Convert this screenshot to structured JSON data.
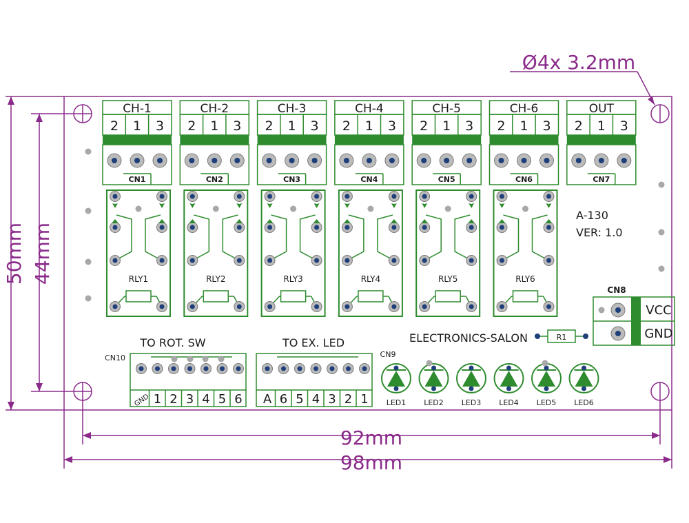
{
  "dimensions": {
    "hole": "Ø4x 3.2mm",
    "height_outer": "50mm",
    "height_inner": "44mm",
    "width_inner": "92mm",
    "width_outer": "98mm"
  },
  "board": {
    "model": "A-130",
    "version": "VER: 1.0",
    "brand": "ELECTRONICS-SALON",
    "resistor": "R1"
  },
  "terminals": [
    {
      "header": "CH-1",
      "pins": [
        "2",
        "1",
        "3"
      ],
      "label": "CN1"
    },
    {
      "header": "CH-2",
      "pins": [
        "2",
        "1",
        "3"
      ],
      "label": "CN2"
    },
    {
      "header": "CH-3",
      "pins": [
        "2",
        "1",
        "3"
      ],
      "label": "CN3"
    },
    {
      "header": "CH-4",
      "pins": [
        "2",
        "1",
        "3"
      ],
      "label": "CN4"
    },
    {
      "header": "CH-5",
      "pins": [
        "2",
        "1",
        "3"
      ],
      "label": "CN5"
    },
    {
      "header": "CH-6",
      "pins": [
        "2",
        "1",
        "3"
      ],
      "label": "CN6"
    },
    {
      "header": "OUT",
      "pins": [
        "2",
        "1",
        "3"
      ],
      "label": "CN7"
    }
  ],
  "relays": [
    "RLY1",
    "RLY2",
    "RLY3",
    "RLY4",
    "RLY5",
    "RLY6"
  ],
  "power": {
    "label": "CN8",
    "vcc": "VCC",
    "gnd": "GND"
  },
  "cn10": {
    "label": "CN10",
    "title": "TO ROT. SW",
    "pins": [
      "GND",
      "1",
      "2",
      "3",
      "4",
      "5",
      "6"
    ]
  },
  "cn9": {
    "label": "CN9",
    "title": "TO EX. LED",
    "pins": [
      "A",
      "6",
      "5",
      "4",
      "3",
      "2",
      "1"
    ]
  },
  "leds": [
    "LED1",
    "LED2",
    "LED3",
    "LED4",
    "LED5",
    "LED6"
  ],
  "colors": {
    "pcb_green": "#2e8b2e",
    "dimension": "#8a2a8a",
    "pad": "#1f3f7a"
  }
}
